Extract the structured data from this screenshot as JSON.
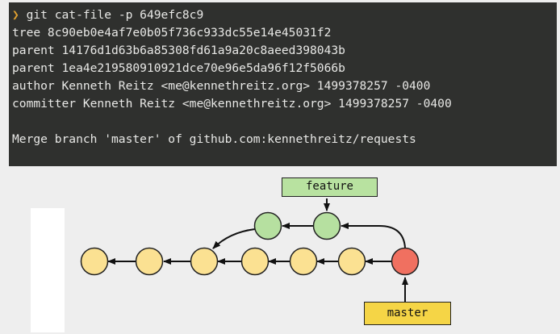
{
  "terminal": {
    "prompt_symbol": "❯",
    "command": "git cat-file -p 649efc8c9",
    "lines": [
      "tree 8c90eb0e4af7e0b05f736c933dc55e14e45031f2",
      "parent 14176d1d63b6a85308fd61a9a20c8aeed398043b",
      "parent 1ea4e219580910921dce70e96e5da96f12f5066b",
      "author Kenneth Reitz <me@kennethreitz.org> 1499378257 -0400",
      "committer Kenneth Reitz <me@kennethreitz.org> 1499378257 -0400"
    ],
    "message": "Merge branch 'master' of github.com:kennethreitz/requests"
  },
  "diagram": {
    "feature_label": "feature",
    "master_label": "master",
    "colors": {
      "commit": "#fbe192",
      "feature_commit": "#b6e0a0",
      "merge_commit": "#f07060",
      "feature_label_bg": "#b8e2a0",
      "master_label_bg": "#f5d546"
    }
  }
}
